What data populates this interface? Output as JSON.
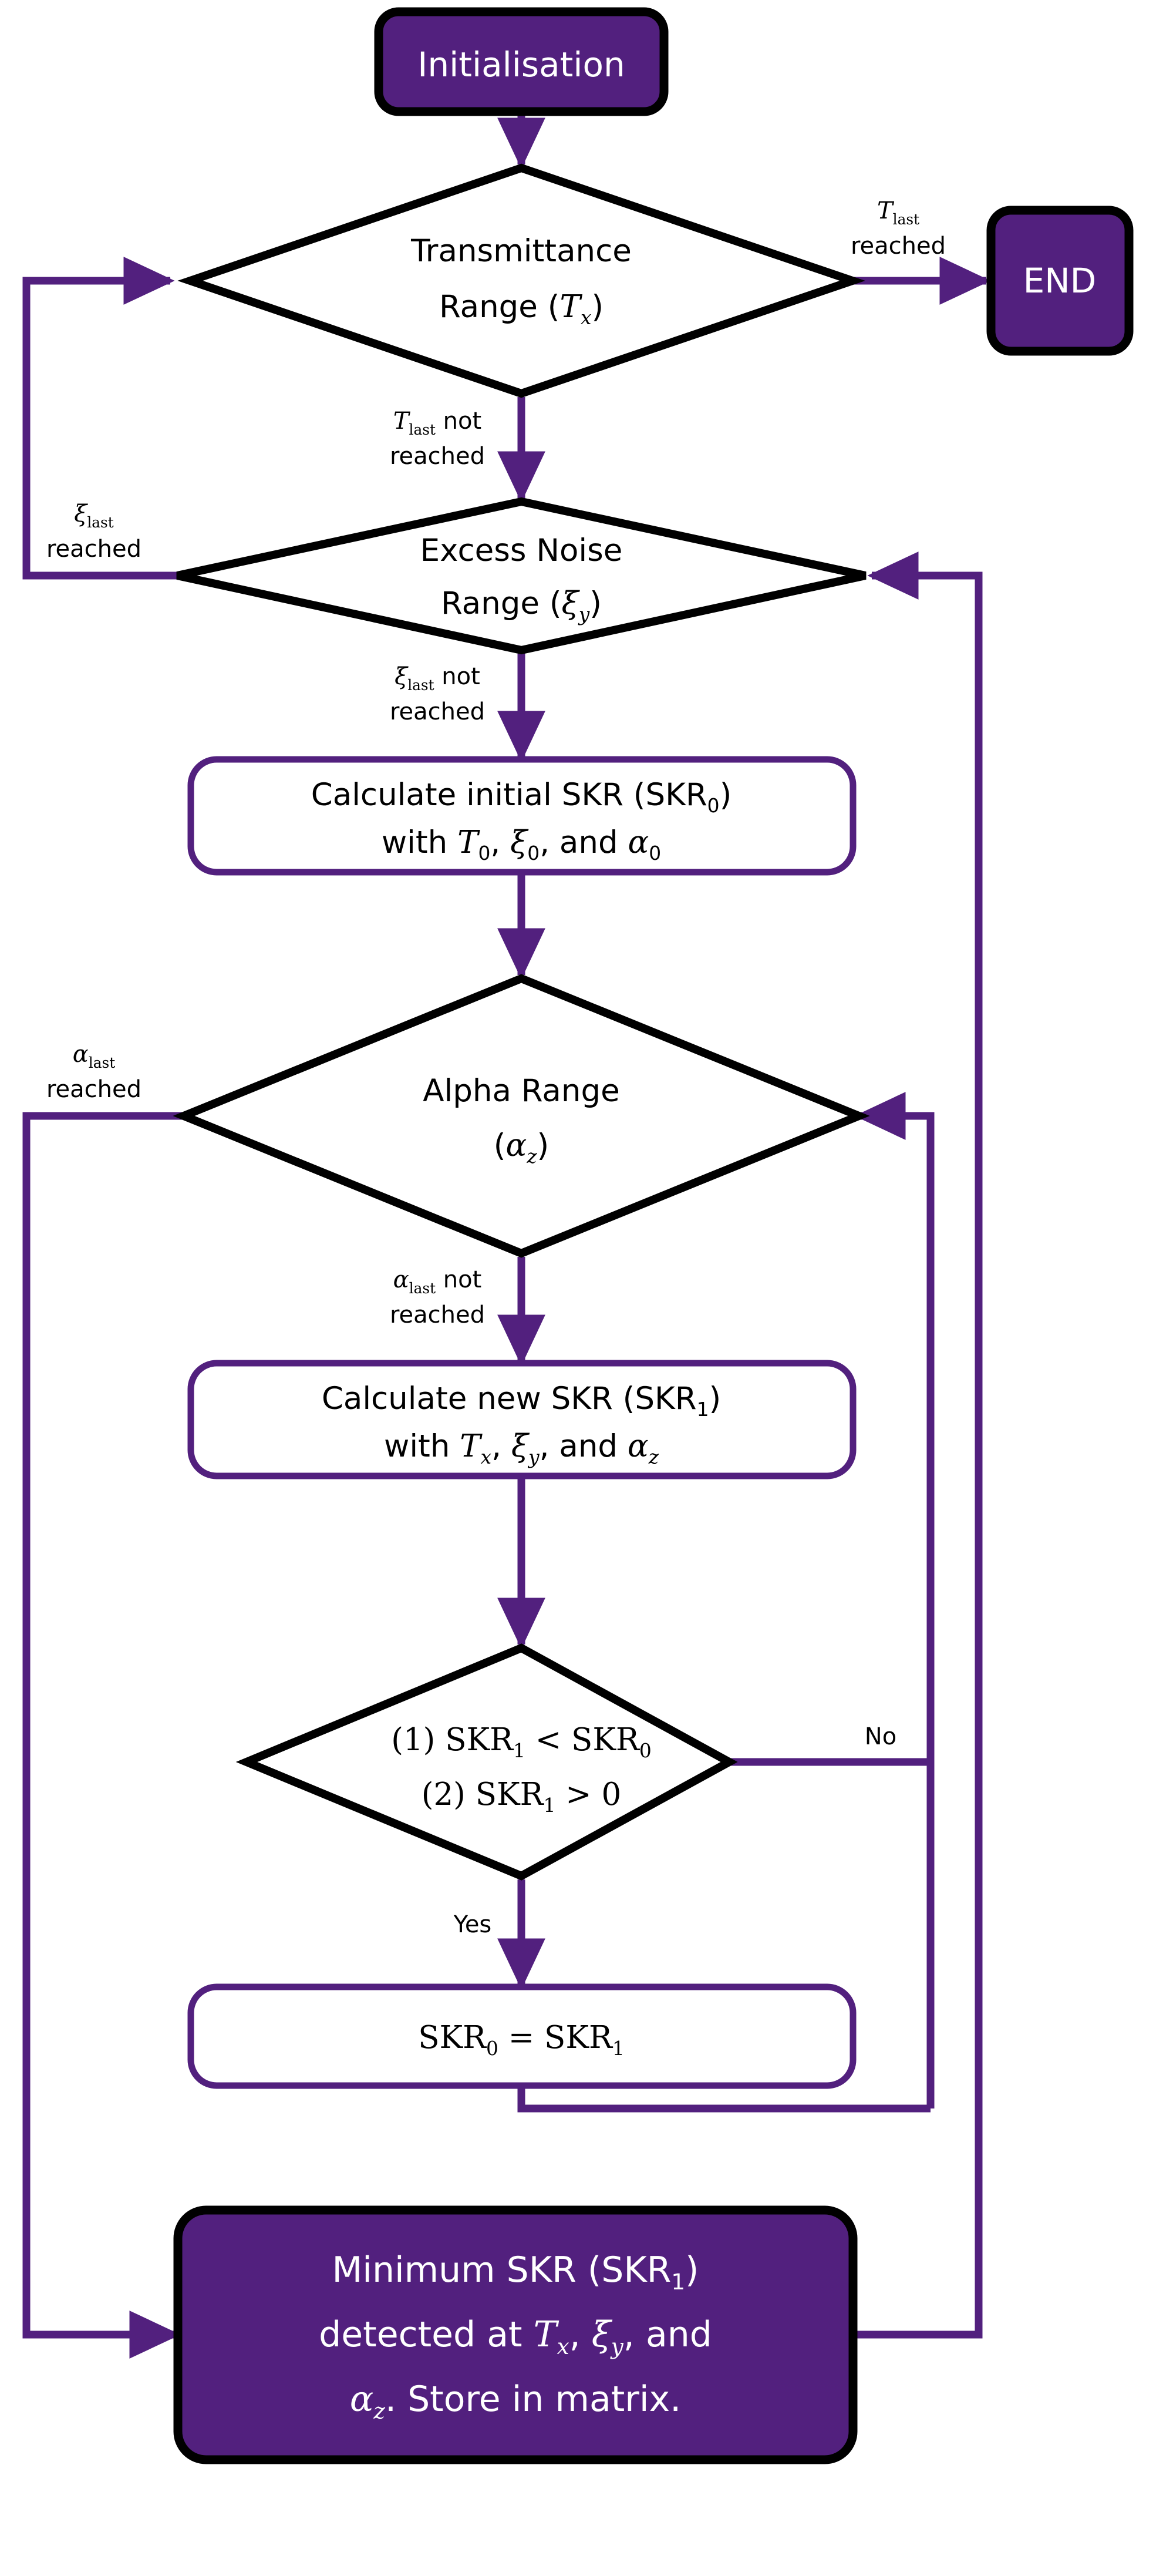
{
  "diagram": {
    "title": "SKR optimisation flowchart",
    "colors": {
      "accent_purple": "#52207E",
      "outline_black": "#000000",
      "node_fill_white": "#FFFFFF",
      "text_on_fill": "#FFFFFF"
    }
  },
  "nodes": {
    "initialisation": {
      "label": "Initialisation",
      "shape": "rounded-rect",
      "fill": "#52207E"
    },
    "end": {
      "label": "END",
      "shape": "rounded-rect",
      "fill": "#52207E"
    },
    "transmittance_range": {
      "shape": "diamond",
      "line1": "Transmittance",
      "line2_prefix": "Range (",
      "line2_var": "T",
      "line2_sub": "x",
      "line2_suffix": ")"
    },
    "excess_noise_range": {
      "shape": "diamond",
      "line1": "Excess Noise",
      "line2_prefix": "Range (",
      "line2_var": "ξ",
      "line2_sub": "y",
      "line2_suffix": ")"
    },
    "calc_initial_skr": {
      "shape": "rounded-rect",
      "line1_a": "Calculate initial SKR (SKR",
      "line1_sub": "0",
      "line1_b": ")",
      "line2_a": "with ",
      "line2_v1": "T",
      "line2_s1": "0",
      "line2_sep1": ", ",
      "line2_v2": "ξ",
      "line2_s2": "0",
      "line2_sep2": ", and ",
      "line2_v3": "α",
      "line2_s3": "0"
    },
    "alpha_range": {
      "shape": "diamond",
      "line1": "Alpha Range",
      "line2_prefix": "(",
      "line2_var": "α",
      "line2_sub": "z",
      "line2_suffix": ")"
    },
    "calc_new_skr": {
      "shape": "rounded-rect",
      "line1_a": "Calculate new SKR (SKR",
      "line1_sub": "1",
      "line1_b": ")",
      "line2_a": "with ",
      "line2_v1": "T",
      "line2_s1": "x",
      "line2_sep1": ", ",
      "line2_v2": "ξ",
      "line2_s2": "y",
      "line2_sep2": ", and ",
      "line2_v3": "α",
      "line2_s3": "z"
    },
    "compare_decision": {
      "shape": "diamond",
      "line1_a": "(1) SKR",
      "line1_s1": "1",
      "line1_b": " < SKR",
      "line1_s2": "0",
      "line2_a": "(2) SKR",
      "line2_s1": "1",
      "line2_b": " > 0"
    },
    "assign_skr": {
      "shape": "rounded-rect",
      "line_a": "SKR",
      "line_s1": "0",
      "line_b": " = SKR",
      "line_s2": "1"
    },
    "minimum_skr": {
      "shape": "rounded-rect",
      "fill": "#52207E",
      "line1_a": "Minimum SKR (SKR",
      "line1_sub": "1",
      "line1_b": ")",
      "line2_a": "detected at ",
      "line2_v1": "T",
      "line2_s1": "x",
      "line2_sep1": ", ",
      "line2_v2": "ξ",
      "line2_s2": "y",
      "line2_sep2": ", and",
      "line3_v1": "α",
      "line3_s1": "z",
      "line3_b": ". Store in matrix."
    }
  },
  "edges": {
    "t_last_reached": {
      "line1_var": "T",
      "line1_sub": "last",
      "line2": "reached"
    },
    "t_last_not_reached": {
      "line1_var": "T",
      "line1_sub": "last",
      "line1_tail": " not",
      "line2": "reached"
    },
    "xi_last_reached": {
      "line1_var": "ξ",
      "line1_sub": "last",
      "line2": "reached"
    },
    "xi_last_not_reached": {
      "line1_var": "ξ",
      "line1_sub": "last",
      "line1_tail": " not",
      "line2": "reached"
    },
    "alpha_last_reached": {
      "line1_var": "α",
      "line1_sub": "last",
      "line2": "reached"
    },
    "alpha_last_not_reached": {
      "line1_var": "α",
      "line1_sub": "last",
      "line1_tail": " not",
      "line2": "reached"
    },
    "no": {
      "label": "No"
    },
    "yes": {
      "label": "Yes"
    }
  }
}
